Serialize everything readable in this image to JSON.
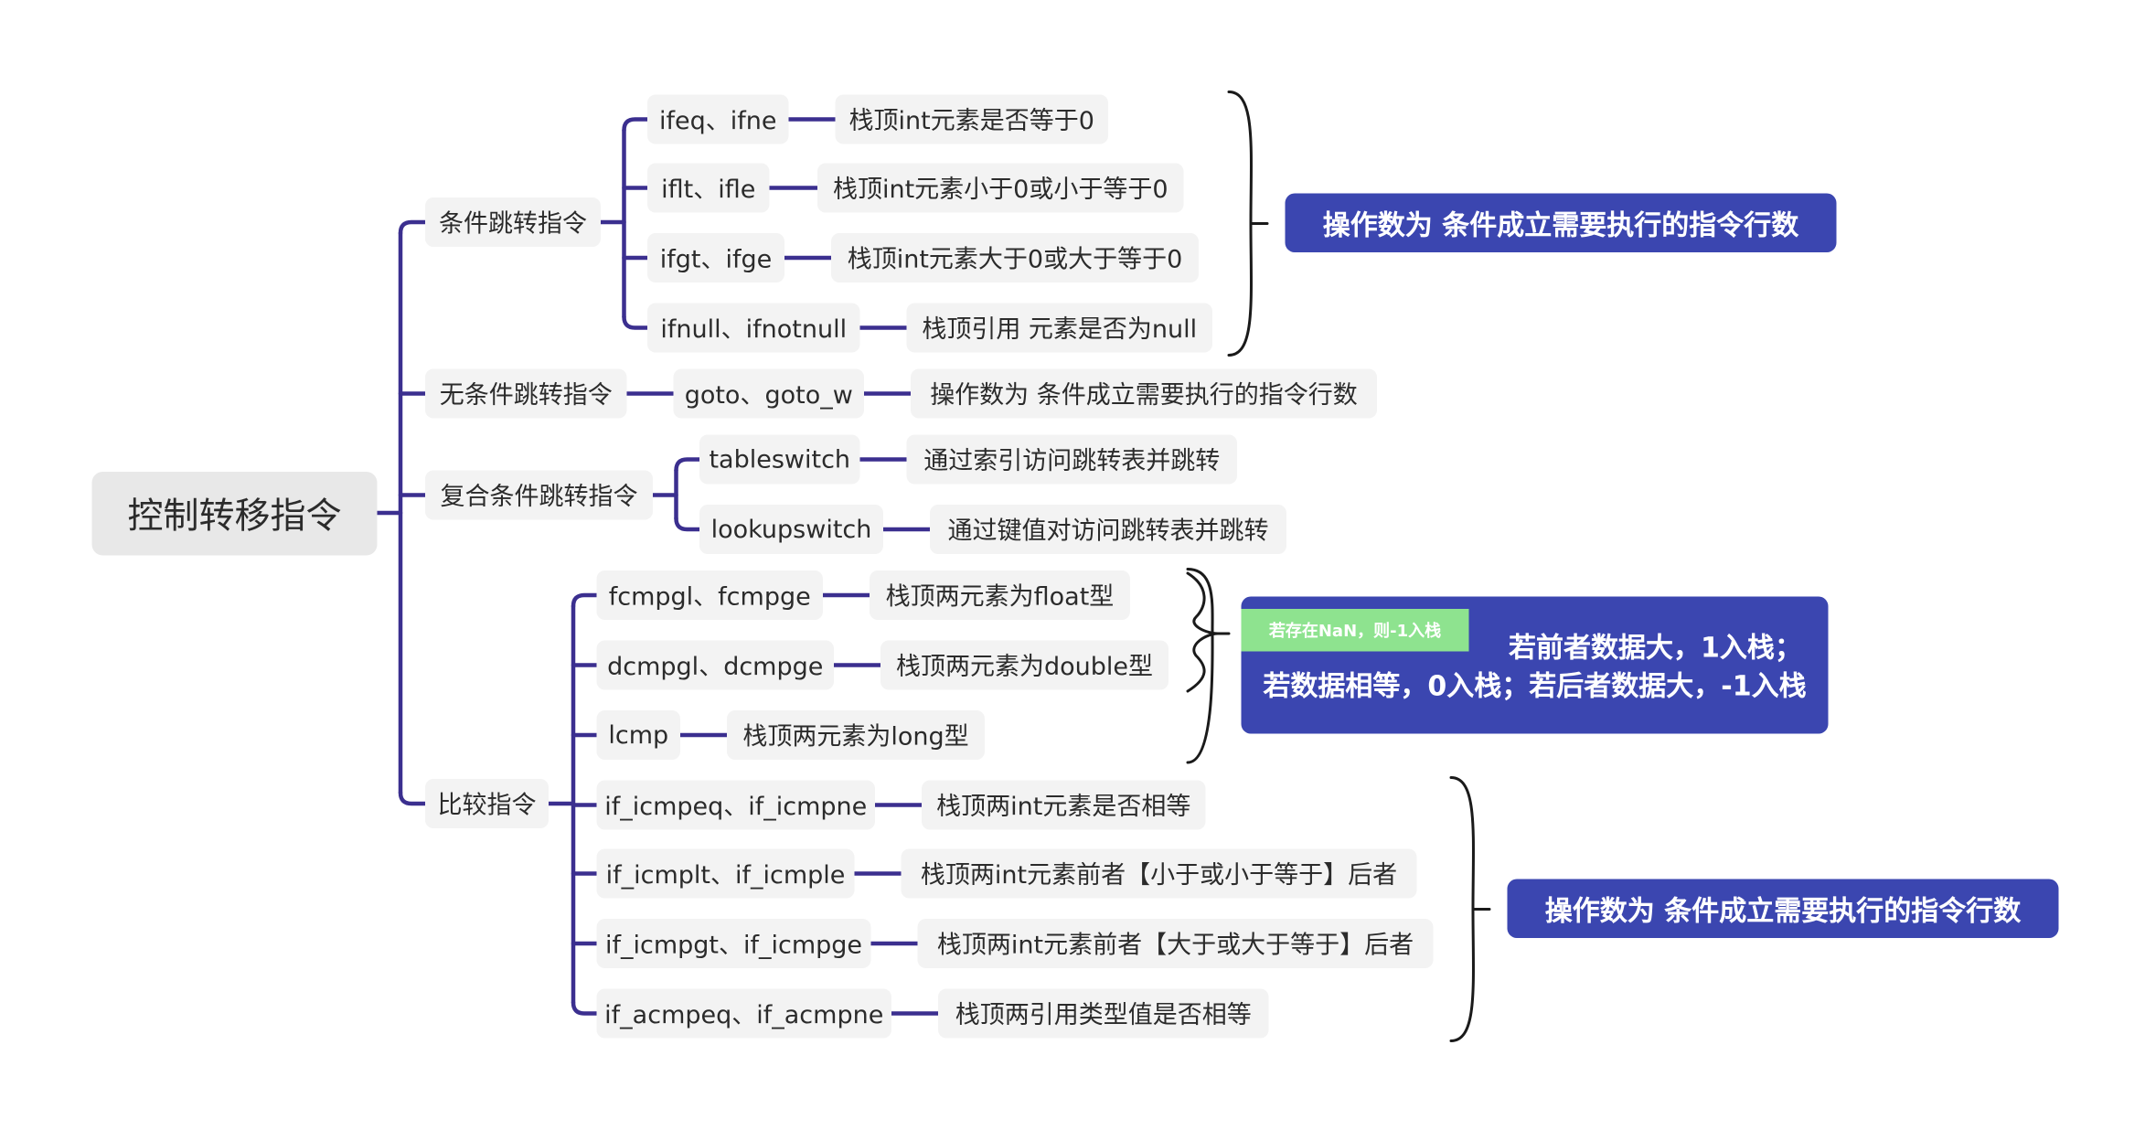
{
  "root": {
    "label": "控制转移指令"
  },
  "categories": [
    {
      "label": "条件跳转指令"
    },
    {
      "label": "无条件跳转指令"
    },
    {
      "label": "复合条件跳转指令"
    },
    {
      "label": "比较指令"
    }
  ],
  "instructions": [
    {
      "label": "ifeq、ifne"
    },
    {
      "label": "iflt、ifle"
    },
    {
      "label": "ifgt、ifge"
    },
    {
      "label": "ifnull、ifnotnull"
    },
    {
      "label": "goto、goto_w"
    },
    {
      "label": "tableswitch"
    },
    {
      "label": "lookupswitch"
    },
    {
      "label": "fcmpgl、fcmpge"
    },
    {
      "label": "dcmpgl、dcmpge"
    },
    {
      "label": "lcmp"
    },
    {
      "label": "if_icmpeq、if_icmpne"
    },
    {
      "label": "if_icmplt、if_icmple"
    },
    {
      "label": "if_icmpgt、if_icmpge"
    },
    {
      "label": "if_acmpeq、if_acmpne"
    }
  ],
  "descriptions": [
    {
      "label": "栈顶int元素是否等于0"
    },
    {
      "label": "栈顶int元素小于0或小于等于0"
    },
    {
      "label": "栈顶int元素大于0或大于等于0"
    },
    {
      "label": "栈顶引用 元素是否为null"
    },
    {
      "label": "操作数为 条件成立需要执行的指令行数"
    },
    {
      "label": "通过索引访问跳转表并跳转"
    },
    {
      "label": "通过键值对访问跳转表并跳转"
    },
    {
      "label": "栈顶两元素为float型"
    },
    {
      "label": "栈顶两元素为double型"
    },
    {
      "label": "栈顶两元素为long型"
    },
    {
      "label": "栈顶两int元素是否相等"
    },
    {
      "label": "栈顶两int元素前者【小于或小于等于】后者"
    },
    {
      "label": "栈顶两int元素前者【大于或大于等于】后者"
    },
    {
      "label": "栈顶两引用类型值是否相等"
    }
  ],
  "summaries": [
    {
      "label": "操作数为 条件成立需要执行的指令行数"
    },
    {
      "label": "若前者数据大，1入栈；若数据相等，0入栈；若后者数据大，-1入栈",
      "note": "若存在NaN，则-1入栈"
    },
    {
      "label": "操作数为 条件成立需要执行的指令行数"
    }
  ],
  "colors": {
    "branch_line": "#3b2f8f",
    "brace_line": "#1a1a1a",
    "node_bg": "#f3f3f3",
    "root_bg": "#e8e8e8",
    "summary_bg": "#3b46b0",
    "note_bg": "#8ee38f"
  }
}
